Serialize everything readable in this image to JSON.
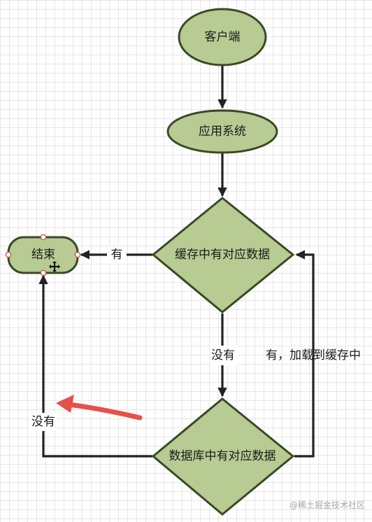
{
  "nodes": {
    "client": "客户端",
    "app_system": "应用系统",
    "cache_check": "缓存中有对应数据",
    "db_check": "数据库中有对应数据",
    "end": "结束"
  },
  "edges": {
    "cache_yes": "有",
    "cache_no": "没有",
    "db_yes_load": "有，加载到缓存中",
    "db_no": "没有"
  },
  "watermark": "@稀土掘金技术社区",
  "colors": {
    "node_fill": "#b7cb92",
    "node_stroke": "#394a26",
    "annotation_arrow": "#e5504a"
  }
}
